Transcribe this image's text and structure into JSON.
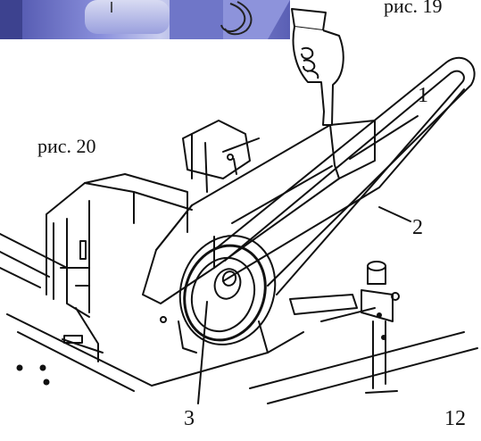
{
  "figure_19_caption": "рис. 19",
  "figure_20_caption": "рис. 20",
  "callouts": [
    "1",
    "2",
    "3"
  ],
  "page_number": "12",
  "colors": {
    "photo_blue": "#6b72c6",
    "photo_light": "#c9cdee",
    "line": "#111111"
  },
  "icons": [
    "pointing-hand-icon"
  ]
}
